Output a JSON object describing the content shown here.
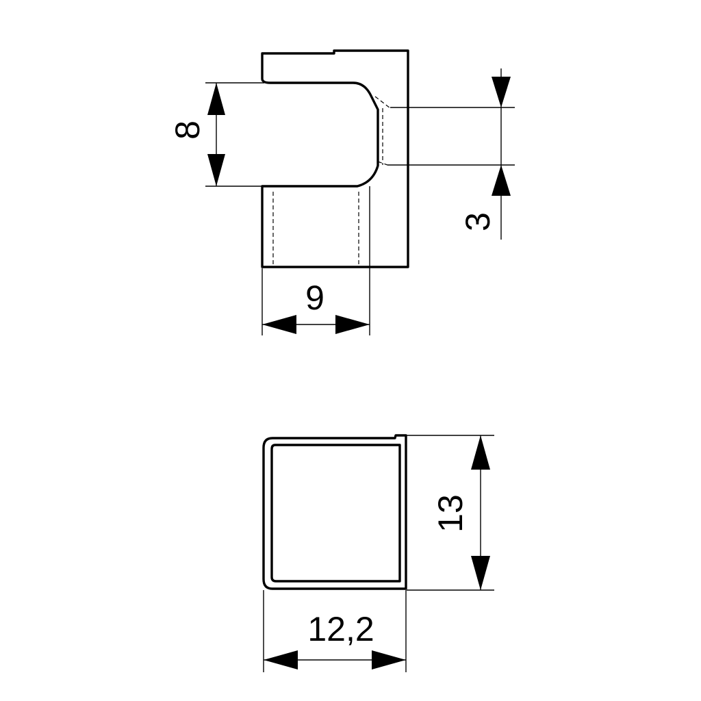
{
  "colors": {
    "background": "#ffffff",
    "ink": "#000000"
  },
  "dimensions": {
    "slot_height": "8",
    "hole_height": "3",
    "slot_width": "9",
    "cap_height": "13",
    "cap_width": "12,2"
  }
}
